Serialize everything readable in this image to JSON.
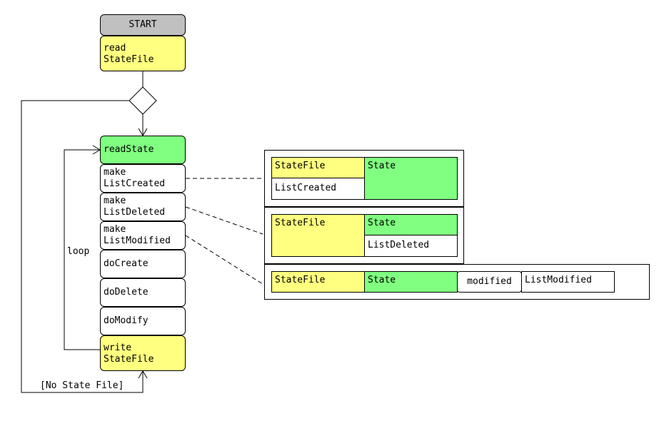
{
  "nodes": {
    "start": "START",
    "read_statefile": "read\nStateFile",
    "read_state": "readState",
    "make_list_created": "make\nListCreated",
    "make_list_deleted": "make\nListDeleted",
    "make_list_modified": "make\nListModified",
    "do_create": "doCreate",
    "do_delete": "doDelete",
    "do_modify": "doModify",
    "write_statefile": "write\nStateFile"
  },
  "labels": {
    "loop": "loop",
    "no_state_file": "[No State File]"
  },
  "panels": {
    "created": {
      "statefile": "StateFile",
      "state": "State",
      "list": "ListCreated"
    },
    "deleted": {
      "statefile": "StateFile",
      "state": "State",
      "list": "ListDeleted"
    },
    "modified": {
      "statefile": "StateFile",
      "state": "State",
      "flag": "modified",
      "list": "ListModified"
    }
  },
  "colors": {
    "start": "#c0c0c0",
    "io": "#ffff80",
    "state": "#80ff80"
  }
}
